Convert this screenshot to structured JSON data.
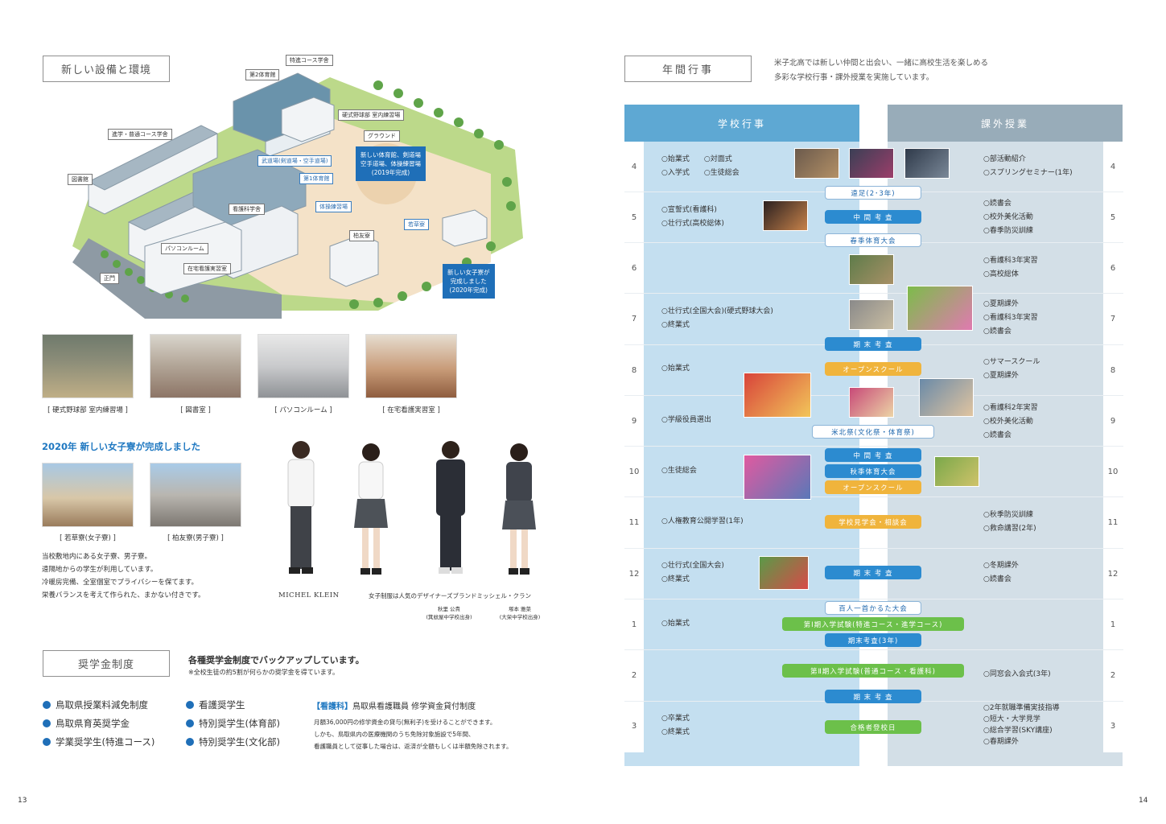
{
  "left": {
    "facilities_title": "新しい設備と環境",
    "map": {
      "labels": [
        "特進コース学舎",
        "第2体育館",
        "硬式野球部 室内練習場",
        "グラウンド",
        "進学・普通コース学舎",
        "武道場(剣道場・空手道場)",
        "第1体育館",
        "図書館",
        "看護科学舎",
        "体操練習場",
        "若草寮",
        "柏友寮",
        "パソコンルーム",
        "在宅看護実習室",
        "正門"
      ],
      "callout1": [
        "新しい体育館、剣道場",
        "空手道場、体操練習場",
        "(2019年完成)"
      ],
      "callout2": [
        "新しい女子寮が",
        "完成しました",
        "(2020年完成)"
      ]
    },
    "photo_captions": [
      "[ 硬式野球部 室内練習場 ]",
      "[ 図書室 ]",
      "[ パソコンルーム ]",
      "[ 在宅看護実習室 ]"
    ],
    "dorm_heading": "2020年 新しい女子寮が完成しました",
    "dorm_captions": [
      "[ 若草寮(女子寮) ]",
      "[ 柏友寮(男子寮) ]"
    ],
    "dorm_text": [
      "当校敷地内にある女子寮、男子寮。",
      "遠隔地からの学生が利用しています。",
      "冷暖房完備、全室個室でプライバシーを保てます。",
      "栄養バランスを考えて作られた、まかない付きです。"
    ],
    "uniform_note": "女子制服は人気のデザイナーズブランドミッシェル・クラン",
    "brand_logo": "MICHEL KLEIN",
    "models": [
      {
        "name": "秋里 公貴",
        "school": "(箕蚊屋中学校出身)"
      },
      {
        "name": "塚本 雅菜",
        "school": "(大栄中学校出身)"
      }
    ],
    "scholarship_title": "奨学金制度",
    "scholarship_lead": "各種奨学金制度でバックアップしています。",
    "scholarship_sub": "※全校生徒の約5割が何らかの奨学金を得ています。",
    "scholarships_col1": [
      "鳥取県授業料減免制度",
      "鳥取県育英奨学金",
      "学業奨学生(特進コース)"
    ],
    "scholarships_col2": [
      "看護奨学生",
      "特別奨学生(体育部)",
      "特別奨学生(文化部)"
    ],
    "nursing_tag": "【看護科】",
    "nursing_title": "鳥取県看護職員 修学資金貸付制度",
    "nursing_text": [
      "月額36,000円の修学資金の貸与(無利子)を受けることができます。",
      "しかも、鳥取県内の医療機関のうち免除対象施設で5年間、",
      "看護職員として従事した場合は、返済が全額もしくは半額免除されます。"
    ],
    "page_number": "13"
  },
  "right": {
    "title": "年間行事",
    "intro": [
      "米子北高では新しい仲間と出会い、一緒に高校生活を楽しめる",
      "多彩な学校行事・課外授業を実施しています。"
    ],
    "col_school": "学校行事",
    "col_extra": "課外授業",
    "colors": {
      "school_head": "#5ea8d3",
      "school_bg": "#c4dff0",
      "extra_head": "#98acb9",
      "extra_bg": "#d3dfe7"
    },
    "months": [
      {
        "m": "4",
        "school": [
          "○始業式　　○対面式",
          "○入学式　　○生徒総会"
        ],
        "extra": [
          "○部活動紹介",
          "○スプリングセミナー(1年)"
        ]
      },
      {
        "m": "5",
        "school": [
          "○宣誓式(看護科)",
          "○壮行式(高校総体)"
        ],
        "extra": [
          "○読書会",
          "○校外美化活動",
          "○春季防災訓練"
        ]
      },
      {
        "m": "6",
        "school": [],
        "extra": [
          "○看護科3年実習",
          "○高校総体"
        ]
      },
      {
        "m": "7",
        "school": [
          "○壮行式(全国大会)(硬式野球大会)",
          "○終業式"
        ],
        "extra": [
          "○夏期課外",
          "○看護科3年実習",
          "○読書会"
        ]
      },
      {
        "m": "8",
        "school": [
          "○始業式"
        ],
        "extra": [
          "○サマースクール",
          "○夏期課外"
        ]
      },
      {
        "m": "9",
        "school": [
          "○学級役員選出"
        ],
        "extra": [
          "○看護科2年実習",
          "○校外美化活動",
          "○読書会"
        ]
      },
      {
        "m": "10",
        "school": [
          "○生徒総会"
        ],
        "extra": []
      },
      {
        "m": "11",
        "school": [
          "○人権教育公開学習(1年)"
        ],
        "extra": [
          "○秋季防災訓練",
          "○救命講習(2年)"
        ]
      },
      {
        "m": "12",
        "school": [
          "○壮行式(全国大会)",
          "○終業式"
        ],
        "extra": [
          "○冬期課外",
          "○読書会"
        ]
      },
      {
        "m": "1",
        "school": [
          "○始業式"
        ],
        "extra": []
      },
      {
        "m": "2",
        "school": [],
        "extra": [
          "○同窓会入会式(3年)"
        ]
      },
      {
        "m": "3",
        "school": [
          "○卒業式",
          "○終業式"
        ],
        "extra": [
          "○2年就職準備実技指導",
          "○短大・大学見学",
          "○総合学習(SKY講座)",
          "○春期課外"
        ]
      }
    ],
    "pills": {
      "p1": "遠足(2･3年)",
      "p2": "中 間 考 査",
      "p3": "春季体育大会",
      "p4": "期 末 考 査",
      "p5": "オープンスクール",
      "p6": "米北祭(文化祭・体育祭)",
      "p7": "中 間 考 査",
      "p8": "秋季体育大会",
      "p9": "オープンスクール",
      "p10": "学校見学会・相談会",
      "p11": "期 末 考 査",
      "p12": "百人一首かるた大会",
      "p13": "第Ⅰ期入学試験(特進コース・進学コース)",
      "p14": "期末考査(3年)",
      "p15": "第Ⅱ期入学試験(普通コース・看護科)",
      "p16": "期 末 考 査",
      "p17": "合格者登校日"
    },
    "page_number": "14"
  }
}
